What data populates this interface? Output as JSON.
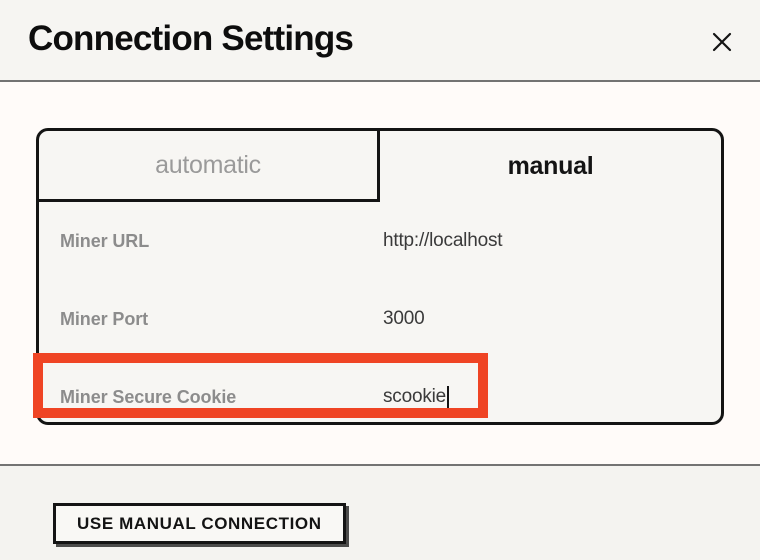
{
  "dialog": {
    "title": "Connection Settings",
    "close_icon": "close-icon"
  },
  "tabs": [
    {
      "label": "automatic",
      "active": false
    },
    {
      "label": "manual",
      "active": true
    }
  ],
  "fields": [
    {
      "label": "Miner URL",
      "value": "http://localhost",
      "focused": false
    },
    {
      "label": "Miner Port",
      "value": "3000",
      "focused": false
    },
    {
      "label": "Miner Secure Cookie",
      "value": "scookie",
      "focused": true
    }
  ],
  "footer": {
    "primary_button": "USE MANUAL CONNECTION"
  },
  "annotation": {
    "highlight_color": "#EF4424",
    "target": "Miner Secure Cookie"
  },
  "colors": {
    "background": "#FFFBF9",
    "header_background": "#F6F5F2",
    "footer_background": "#F4F3F0",
    "panel_background": "#F7F6F3",
    "border": "#141414",
    "divider": "#737373",
    "label_text": "#8C8C8C",
    "value_text": "#3A3A3A",
    "inactive_tab_text": "#9A9A9A"
  }
}
